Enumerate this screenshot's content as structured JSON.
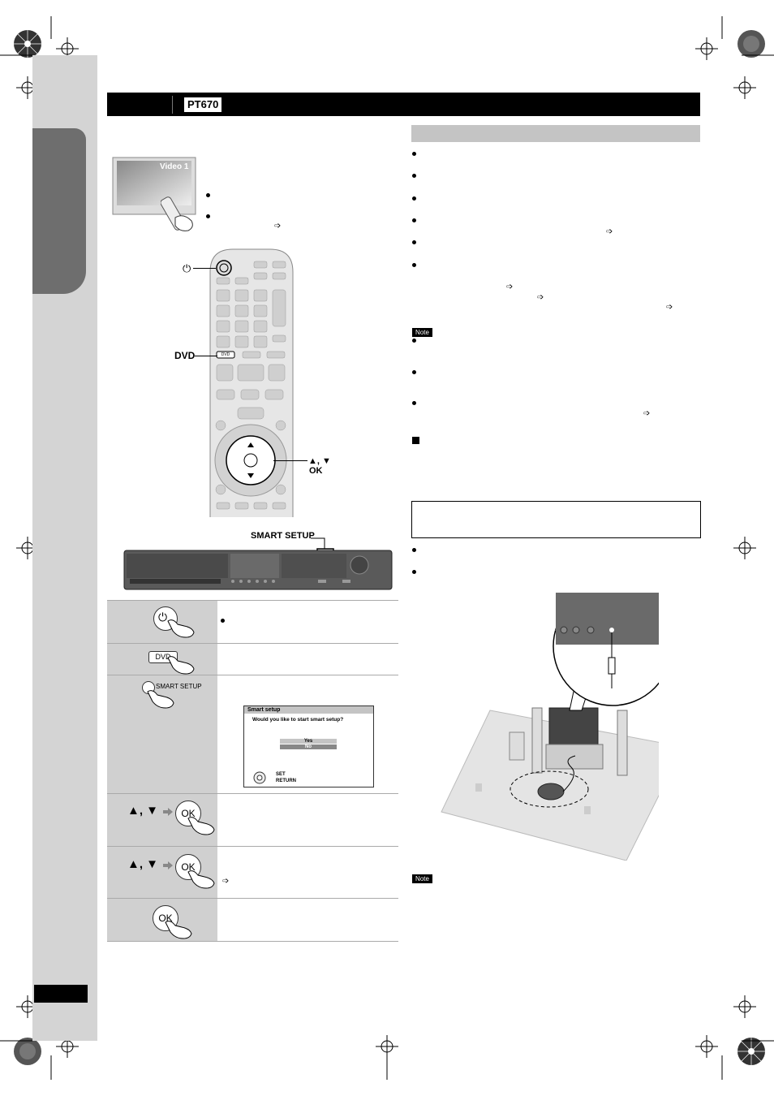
{
  "header": {
    "model_badge": "PT670"
  },
  "tv_screen": {
    "label": "Video 1"
  },
  "remote": {
    "power_symbol": "⏻",
    "dvd_label": "DVD",
    "dvd_button": "DVD",
    "nav_label": "▲, ▼",
    "ok_label": "OK"
  },
  "player": {
    "smart_setup_label": "SMART SETUP"
  },
  "steps": [
    {
      "symbol": "⏻"
    },
    {
      "button": "DVD"
    },
    {
      "button": "SMART SETUP"
    },
    {
      "arrows": "▲, ▼",
      "button": "OK"
    },
    {
      "arrows": "▲, ▼",
      "button": "OK"
    },
    {
      "button": "OK"
    }
  ],
  "smart_setup_screen": {
    "title": "Smart setup",
    "question": "Would you like to start smart setup?",
    "options": [
      "Yes",
      "No"
    ],
    "selected": "No",
    "set_label": "SET",
    "return_label": "RETURN"
  },
  "notes": {
    "note_label": "Note"
  },
  "icons": {
    "arrow": "➩",
    "bullet": "●",
    "square": "■"
  },
  "colors": {
    "header_bg": "#000000",
    "sidebar": "#d4d4d4",
    "sidetab": "#6e6e6e",
    "section_bar": "#c4c4c4",
    "step_cell": "#d0d0d0"
  }
}
